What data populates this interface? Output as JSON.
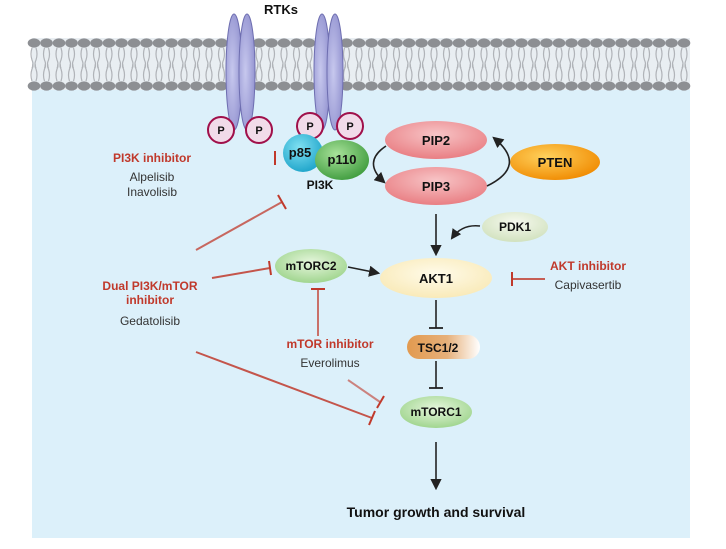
{
  "membrane": {
    "label": "RTKs"
  },
  "phospho": {
    "p_label": "P"
  },
  "pi3k": {
    "p85": "p85",
    "p110": "p110",
    "complex_label": "PI3K"
  },
  "nodes": {
    "pip2": "PIP2",
    "pip3": "PIP3",
    "pten": "PTEN",
    "pdk1": "PDK1",
    "akt1": "AKT1",
    "mtorc2": "mTORC2",
    "tsc": "TSC1/2",
    "mtorc1": "mTORC1"
  },
  "inhibitors": {
    "pi3k": {
      "title": "PI3K inhibitor",
      "drugs": [
        "Alpelisib",
        "Inavolisib"
      ]
    },
    "dual": {
      "title_lines": [
        "Dual PI3K/mTOR",
        "inhibitor"
      ],
      "drugs": [
        "Gedatolisib"
      ]
    },
    "mtor": {
      "title": "mTOR inhibitor",
      "drugs": [
        "Everolimus"
      ]
    },
    "akt": {
      "title": "AKT inhibitor",
      "drugs": [
        "Capivasertib"
      ]
    }
  },
  "outcome": {
    "label": "Tumor growth and survival"
  },
  "colors": {
    "cytoplasm": "#dcf0fa",
    "membrane_head": "#8d8f93",
    "receptor": "#a9a9d9",
    "phospho_fill": "#f1dbe9",
    "phospho_stroke": "#a0104a",
    "p85": "#34b7d9",
    "p110": "#4caf50",
    "pip": "#ef8f93",
    "pten": "#f59c0a",
    "pdk1": "#e2ecd4",
    "akt1": "#fbf1cd",
    "mtorc": "#a6d89a",
    "tsc": "#e2a05a",
    "inhibitor": "#c0392b",
    "arrow": "#222222"
  }
}
